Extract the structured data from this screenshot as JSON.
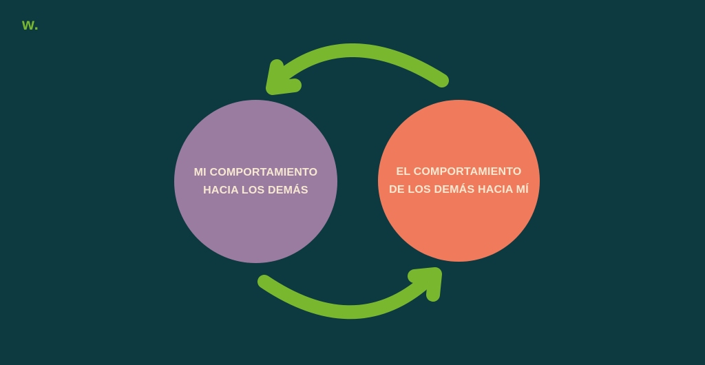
{
  "slide": {
    "background_color": "#0D3A40",
    "accent_green": "#79B82E",
    "label_text_color": "#F7E8D1"
  },
  "logo": {
    "text": "w."
  },
  "diagram": {
    "type": "cycle",
    "left_circle": {
      "color": "#9B7CA1",
      "lines": [
        "MI COMPORTAMIENTO",
        "HACIA LOS DEMÁS"
      ]
    },
    "right_circle": {
      "color": "#EF7B5C",
      "lines": [
        "EL COMPORTAMIENTO",
        "DE LOS DEMÁS HACIA MÍ"
      ]
    },
    "arrows": [
      {
        "position": "top",
        "direction": "right-to-left"
      },
      {
        "position": "bottom",
        "direction": "left-to-right"
      }
    ]
  }
}
